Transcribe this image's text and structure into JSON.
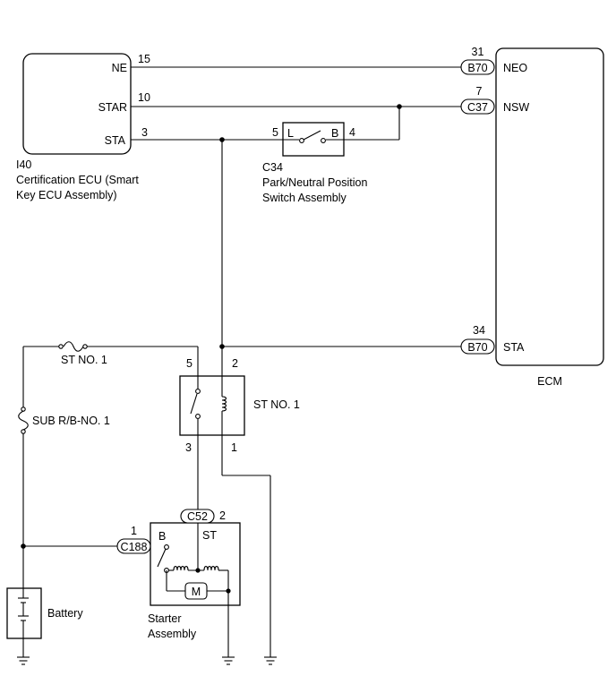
{
  "components": {
    "ecu": {
      "code": "I40",
      "name_line1": "Certification ECU (Smart",
      "name_line2": "Key ECU Assembly)",
      "pins": {
        "ne": "NE",
        "star": "STAR",
        "sta": "STA"
      },
      "pin_numbers": {
        "ne": "15",
        "star": "10",
        "sta": "3"
      }
    },
    "ecm": {
      "name": "ECM",
      "pins": {
        "neo": "NEO",
        "nsw": "NSW",
        "sta": "STA"
      },
      "pin_numbers": {
        "neo": "31",
        "nsw": "7",
        "sta": "34"
      },
      "connectors": {
        "neo": "B70",
        "nsw": "C37",
        "sta": "B70"
      }
    },
    "pnp_switch": {
      "code": "C34",
      "name_line1": "Park/Neutral Position",
      "name_line2": "Switch Assembly",
      "terminal_left": "L",
      "terminal_right": "B",
      "pin_left": "5",
      "pin_right": "4"
    },
    "st_relay": {
      "name": "ST NO. 1",
      "pins": {
        "top_left": "5",
        "top_right": "2",
        "bottom_left": "3",
        "bottom_right": "1"
      }
    },
    "st_fuse": {
      "name": "ST NO. 1"
    },
    "sub_rb": {
      "name": "SUB R/B-NO. 1"
    },
    "battery": {
      "name": "Battery"
    },
    "starter": {
      "name_line1": "Starter",
      "name_line2": "Assembly",
      "terminal_b": "B",
      "terminal_st": "ST",
      "motor_symbol": "M",
      "connector_st": "C52",
      "pin_st": "2",
      "connector_b": "C188",
      "pin_b": "1"
    }
  },
  "icons": [
    "ground-icon",
    "fuse-icon",
    "battery-icon",
    "relay-coil-icon",
    "switch-icon",
    "motor-icon"
  ]
}
